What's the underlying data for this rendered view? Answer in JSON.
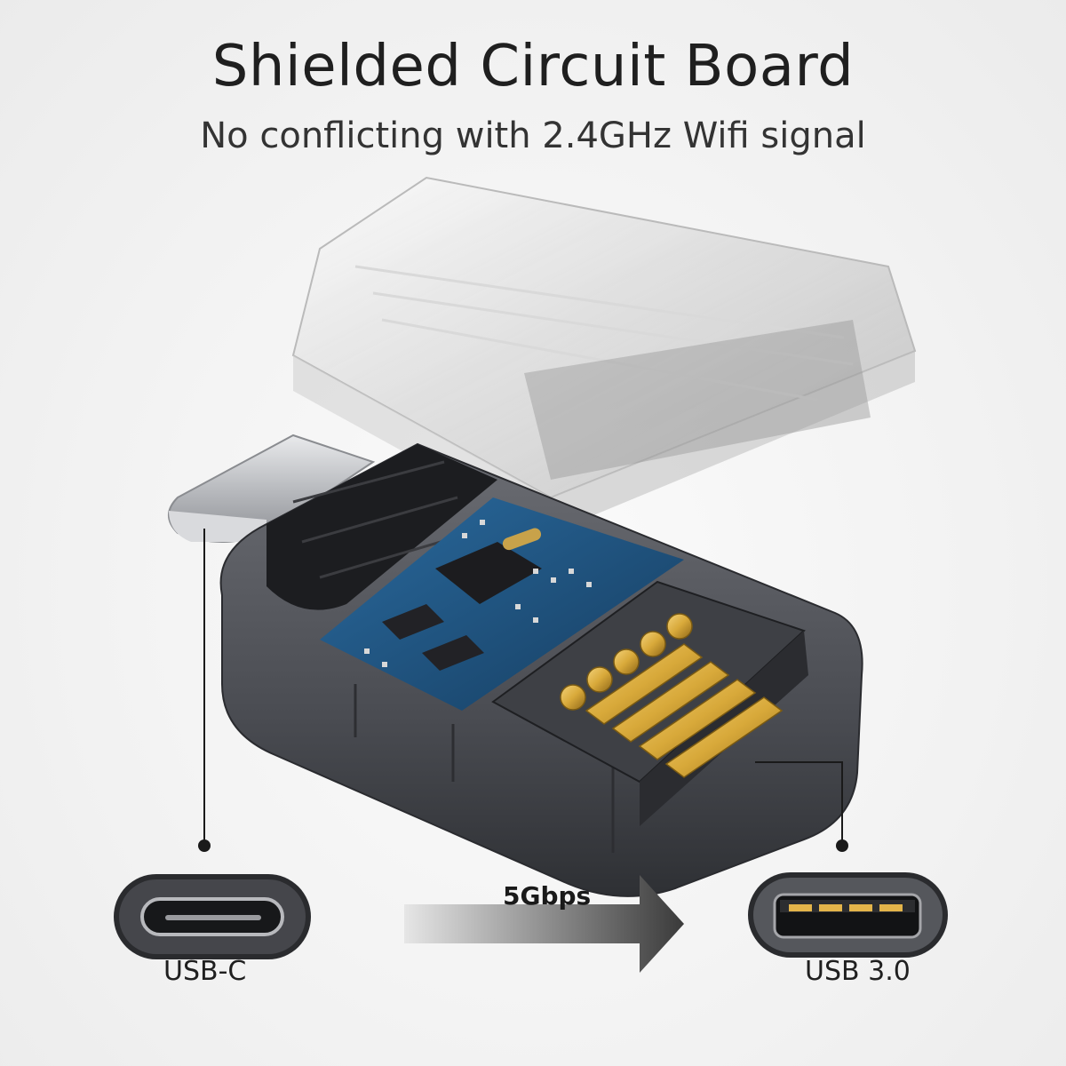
{
  "header": {
    "title": "Shielded Circuit Board",
    "subtitle": "No conflicting with 2.4GHz Wifi signal"
  },
  "ports": {
    "input_label": "USB-C",
    "output_label": "USB 3.0",
    "speed_label": "5Gbps"
  },
  "colors": {
    "housing": "#4a4c52",
    "pcb": "#1f4f7a",
    "gold_pins": "#d8a93a",
    "text": "#1f1f1f"
  }
}
